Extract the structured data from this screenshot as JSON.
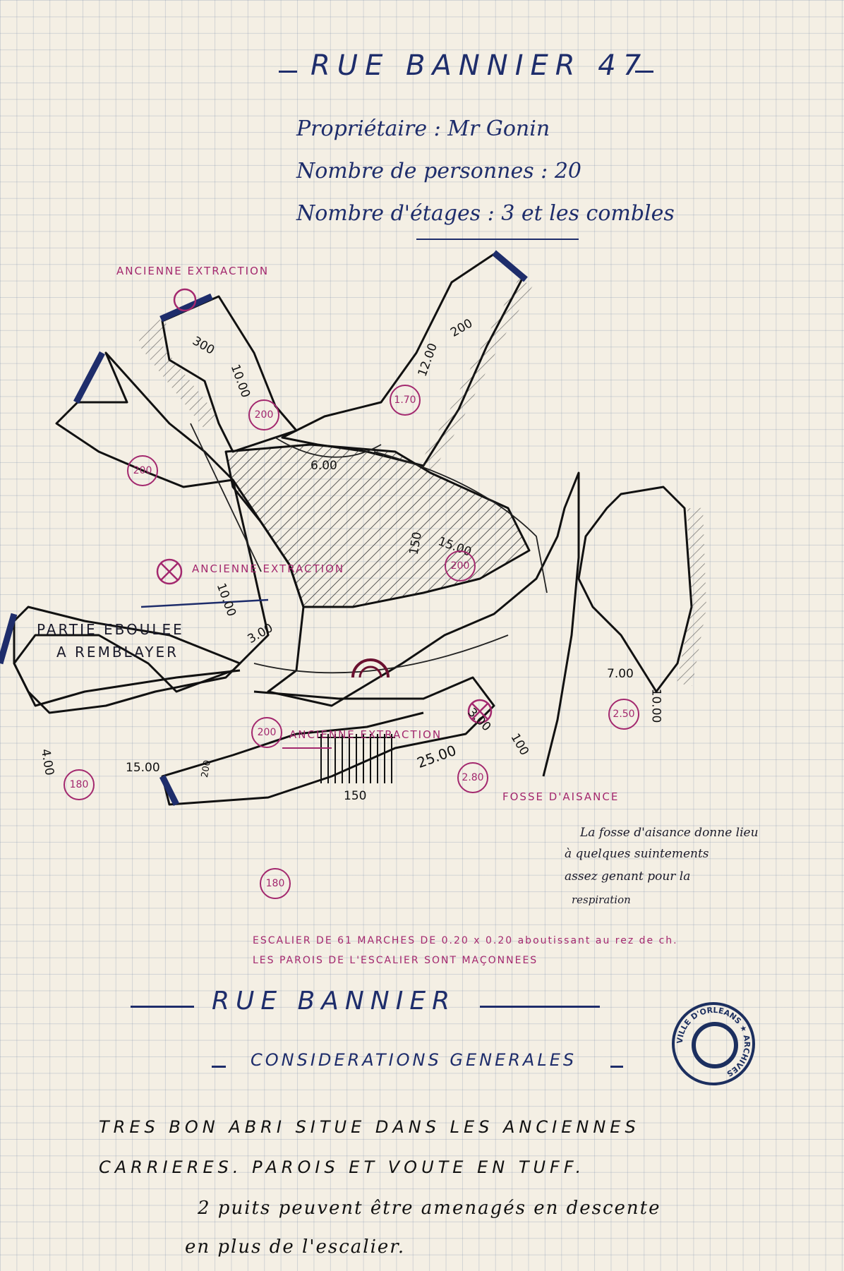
{
  "title": "RUE BANNIER 47",
  "owner_line": "Propriétaire : Mr Gonin",
  "persons_line": "Nombre de personnes : 20",
  "floors_line": "Nombre d'étages : 3 et les combles",
  "plan": {
    "labels": {
      "extraction_top": "ANCIENNE EXTRACTION",
      "extraction_mid": "ANCIENNE EXTRACTION",
      "extraction_low": "ANCIENNE EXTRACTION",
      "eboulee_1": "PARTIE EBOULEE",
      "eboulee_2": "A REMBLAYER",
      "fosse": "FOSSE D'AISANCE",
      "fosse_note_1": "La fosse d'aisance donne lieu",
      "fosse_note_2": "à quelques suintements",
      "fosse_note_3": "assez genant pour la",
      "fosse_note_4": "respiration",
      "escalier_1": "ESCALIER DE 61 MARCHES DE 0.20 x 0.20 aboutissant au rez de ch.",
      "escalier_2": "LES PAROIS DE L'ESCALIER SONT MAÇONNEES"
    },
    "dimensions": {
      "d300": "300",
      "d1000": "10.00",
      "d200a": "200",
      "d1200": "12.00",
      "d170": "1.70",
      "d200b": "200",
      "d200c": "200",
      "d600": "6.00",
      "d150a": "150",
      "d1500a": "15.00",
      "d200d": "200",
      "d1000b": "10.00",
      "d300b": "3.00",
      "d700": "7.00",
      "d1000c": "10.00",
      "d250": "2.50",
      "d200e": "200",
      "d300c": "3.00",
      "d100": "100",
      "d2500": "25.00",
      "d280": "2.80",
      "d150b": "150",
      "d400": "4.00",
      "d180a": "180",
      "d1500b": "15.00",
      "d200f": "200",
      "d180b": "180"
    }
  },
  "street": "RUE BANNIER",
  "considerations_title": "CONSIDERATIONS GENERALES",
  "body_lines": [
    "TRES BON ABRI SITUE DANS LES ANCIENNES",
    "CARRIERES. PAROIS ET VOUTE EN TUFF.",
    "2 puits peuvent être amenagés en descente",
    "en plus de l'escalier."
  ],
  "stamp": {
    "text": "VILLE D'ORLEANS ★ ARCHIVES",
    "color": "#1c2f5f"
  },
  "colors": {
    "ink_blue": "#1e2d6b",
    "ink_red": "#a3286e",
    "paper": "#f4efe4"
  }
}
